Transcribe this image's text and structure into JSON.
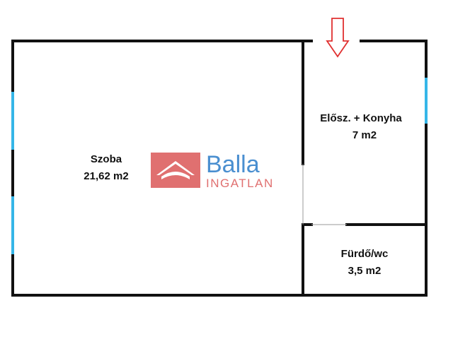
{
  "rooms": {
    "szoba": {
      "name": "Szoba",
      "area": "21,62 m2"
    },
    "eloszoba_konyha": {
      "name": "Elősz. + Konyha",
      "area": "7 m2"
    },
    "furdo": {
      "name": "Fürdő/wc",
      "area": "3,5 m2"
    }
  },
  "logo": {
    "name": "Balla",
    "subtitle": "INGATLAN",
    "color_main": "#4a8fd0",
    "color_sub": "#e07070",
    "icon_color": "#e07070"
  },
  "colors": {
    "wall": "#111111",
    "window": "#35b6e8",
    "entrance_arrow": "#e03030"
  },
  "icons": {
    "entrance": "down-arrow-icon",
    "logo": "house-icon"
  }
}
